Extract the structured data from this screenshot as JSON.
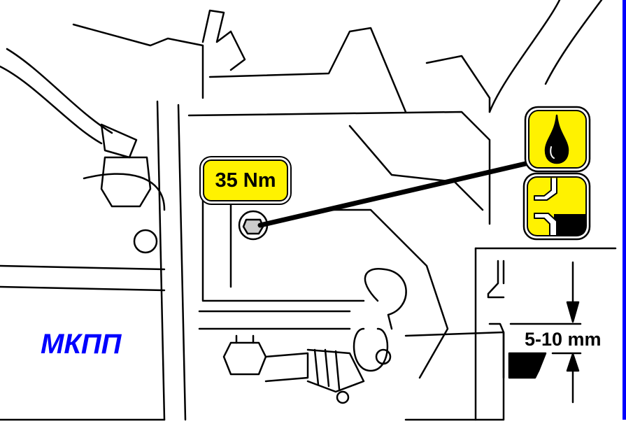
{
  "labels": {
    "torque": "35 Nm",
    "gearbox": "МКПП",
    "oil_gap": "5-10 mm"
  },
  "icons": [
    "oil-drop-icon",
    "oil-level-icon"
  ],
  "colors": {
    "highlight": "#fff200",
    "gearbox_text": "#0000ff",
    "edge_bar": "#0000ff"
  }
}
